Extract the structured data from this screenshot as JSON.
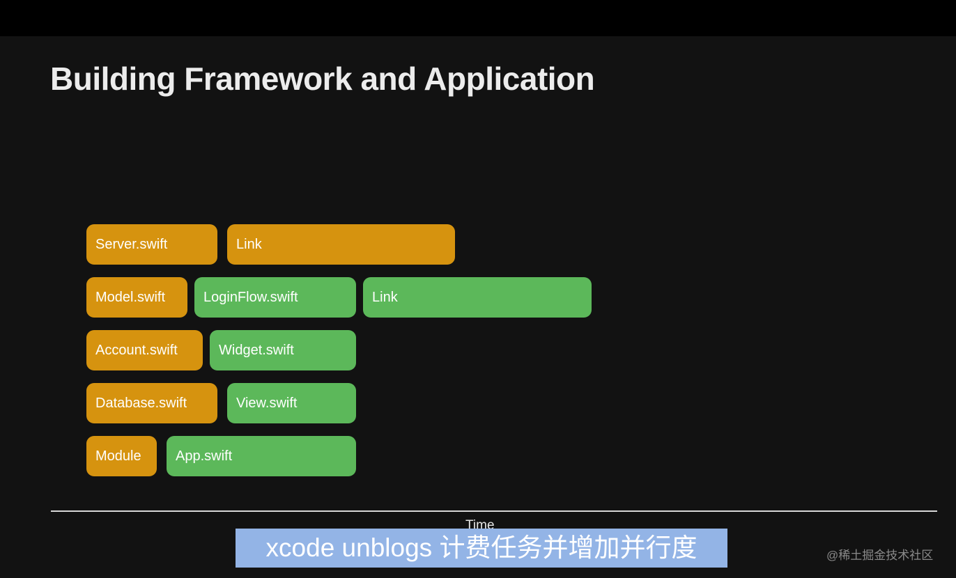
{
  "slide": {
    "title": "Building Framework and Application",
    "axis_label": "Time"
  },
  "tasks": [
    {
      "id": "server",
      "label": "Server.swift",
      "color": "orange"
    },
    {
      "id": "link-1",
      "label": "Link",
      "color": "orange"
    },
    {
      "id": "model",
      "label": "Model.swift",
      "color": "orange"
    },
    {
      "id": "loginflow",
      "label": "LoginFlow.swift",
      "color": "green"
    },
    {
      "id": "link-2",
      "label": "Link",
      "color": "green"
    },
    {
      "id": "account",
      "label": "Account.swift",
      "color": "orange"
    },
    {
      "id": "widget",
      "label": "Widget.swift",
      "color": "green"
    },
    {
      "id": "database",
      "label": "Database.swift",
      "color": "orange"
    },
    {
      "id": "view",
      "label": "View.swift",
      "color": "green"
    },
    {
      "id": "module",
      "label": "Module",
      "color": "orange"
    },
    {
      "id": "app",
      "label": "App.swift",
      "color": "green"
    }
  ],
  "colors": {
    "framework": "#d6930f",
    "application": "#5cb85a",
    "background": "#121212",
    "subtitle_background": "#93b4e6"
  },
  "subtitle": {
    "text": "xcode unblogs 计费任务并增加并行度"
  },
  "watermark": {
    "text": "@稀土掘金技术社区"
  }
}
